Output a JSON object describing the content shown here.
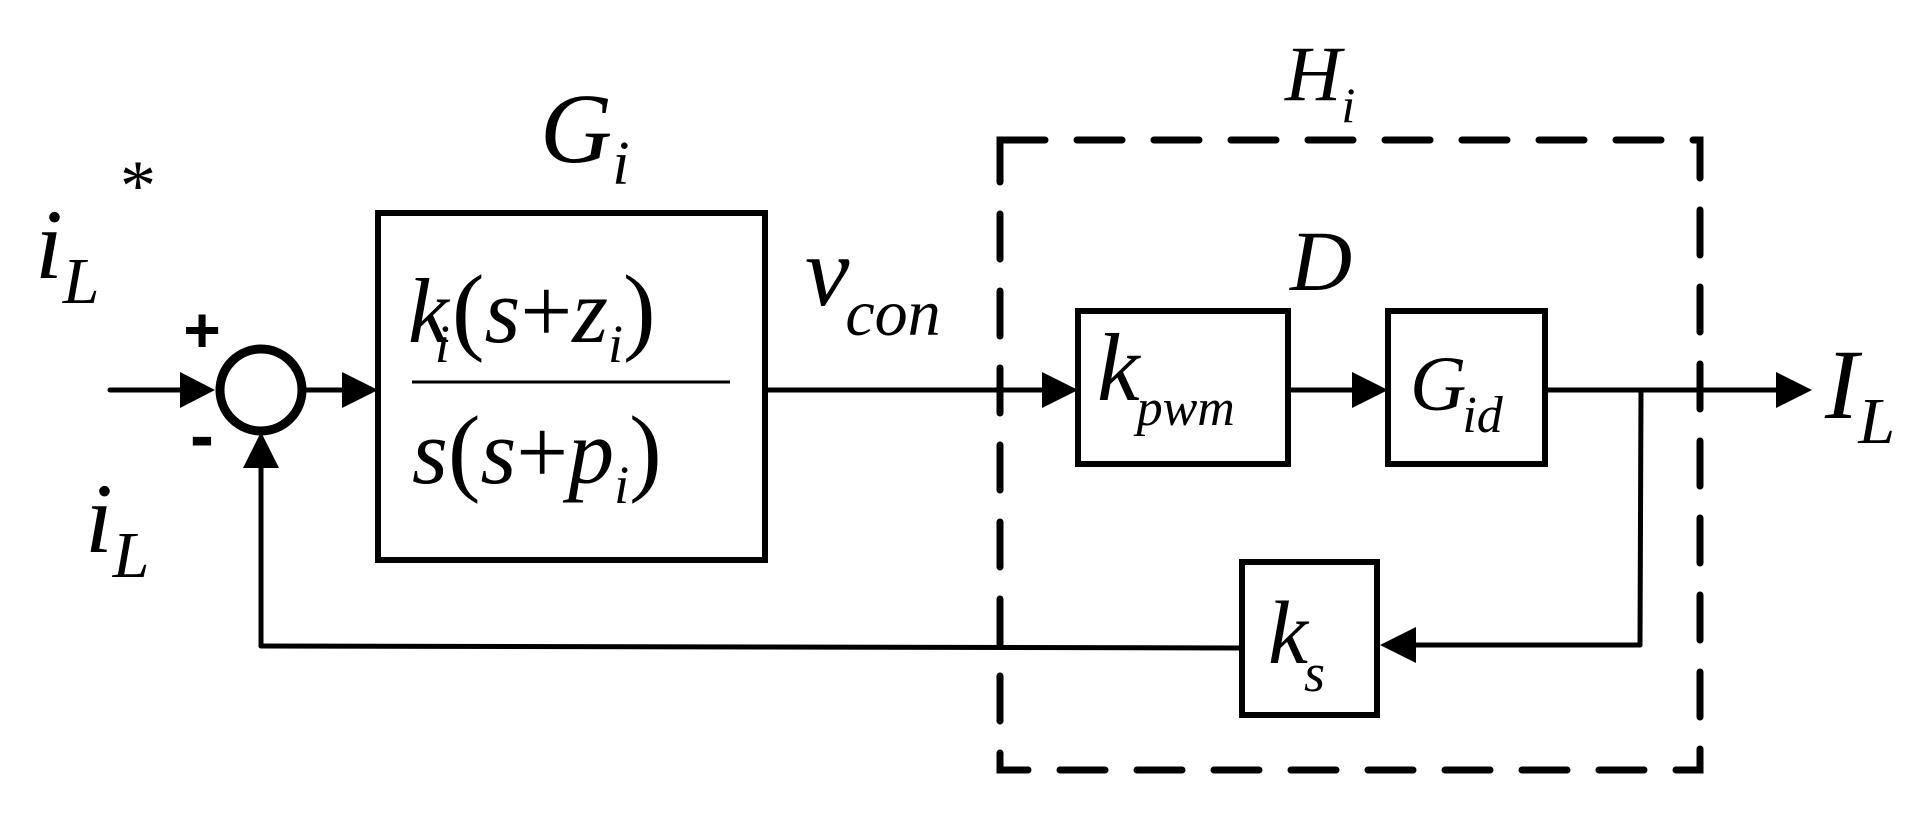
{
  "colors": {
    "line": "#000000",
    "background": "#ffffff"
  },
  "input": {
    "symbol": "i",
    "subscript": "L",
    "superscript": "*"
  },
  "summing_junction": {
    "plus_sign": "+",
    "minus_sign": "-"
  },
  "feedback_signal": {
    "symbol": "i",
    "subscript": "L"
  },
  "controller": {
    "label": {
      "symbol": "G",
      "subscript": "i"
    },
    "numerator": {
      "gain": "k",
      "gain_sub": "i",
      "open": "(",
      "var": "s",
      "op": "+",
      "term": "z",
      "term_sub": "i",
      "close": ")"
    },
    "denominator": {
      "lead": "s",
      "open": "(",
      "var": "s",
      "op": "+",
      "term": "p",
      "term_sub": "i",
      "close": ")"
    }
  },
  "control_signal": {
    "symbol": "v",
    "subscript": "con"
  },
  "plant_group": {
    "label": {
      "symbol": "H",
      "subscript": "i"
    }
  },
  "duty_label": {
    "symbol": "D"
  },
  "pwm_block": {
    "symbol": "k",
    "subscript": "pwm"
  },
  "plant_block": {
    "symbol": "G",
    "subscript": "id"
  },
  "sensor_block": {
    "symbol": "k",
    "subscript": "s"
  },
  "output": {
    "symbol": "I",
    "subscript": "L"
  }
}
